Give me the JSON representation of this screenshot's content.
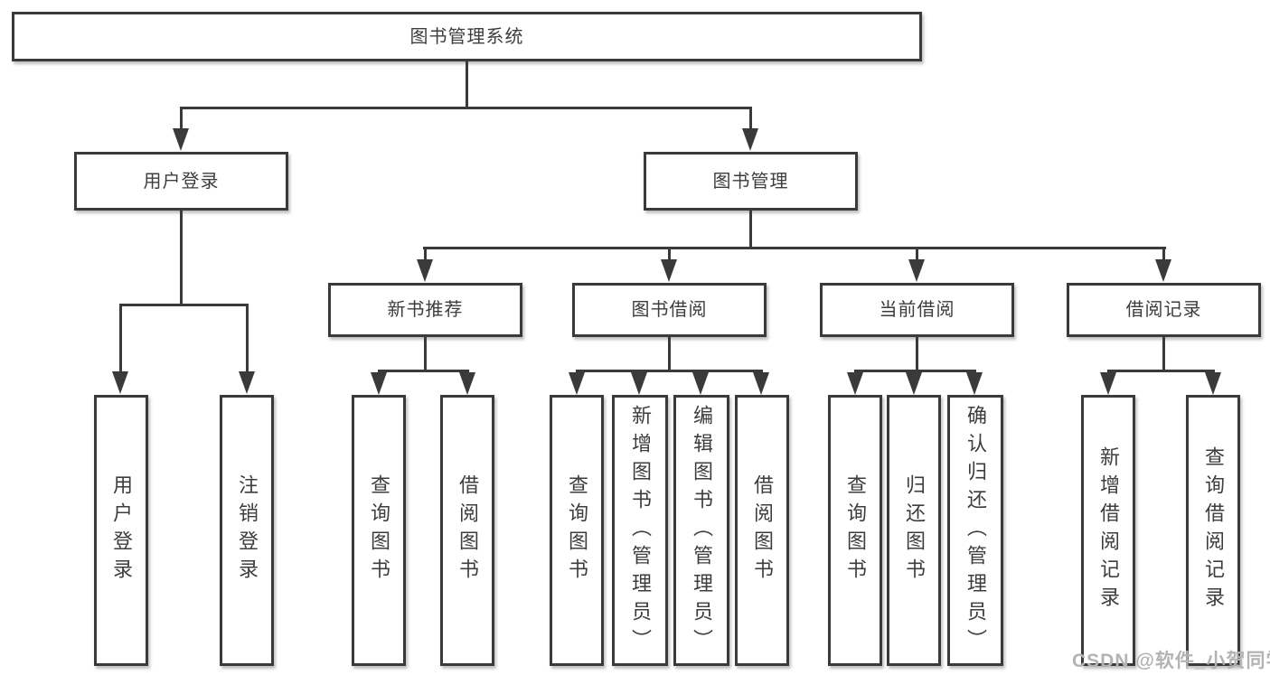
{
  "diagram": {
    "root": {
      "label": "图书管理系统"
    },
    "level2": [
      {
        "label": "用户登录"
      },
      {
        "label": "图书管理"
      }
    ],
    "level3": [
      {
        "label": "新书推荐"
      },
      {
        "label": "图书借阅"
      },
      {
        "label": "当前借阅"
      },
      {
        "label": "借阅记录"
      }
    ],
    "leaves": {
      "user_login": [
        {
          "label": "用户登录"
        },
        {
          "label": "注销登录"
        }
      ],
      "new_books": [
        {
          "label": "查询图书"
        },
        {
          "label": "借阅图书"
        }
      ],
      "book_borrow": [
        {
          "label": "查询图书"
        },
        {
          "label": "新增图书（管理员）"
        },
        {
          "label": "编辑图书（管理员）"
        },
        {
          "label": "借阅图书"
        }
      ],
      "current_borrow": [
        {
          "label": "查询图书"
        },
        {
          "label": "归还图书"
        },
        {
          "label": "确认归还（管理员）"
        }
      ],
      "borrow_records": [
        {
          "label": "新增借阅记录"
        },
        {
          "label": "查询借阅记录"
        }
      ]
    },
    "watermark": "CSDN @软件_小贺同学",
    "colors": {
      "line": "#3a3a3a",
      "text": "#3d3d3d",
      "background": "#ffffff",
      "watermark": "#b3b3b3"
    }
  }
}
